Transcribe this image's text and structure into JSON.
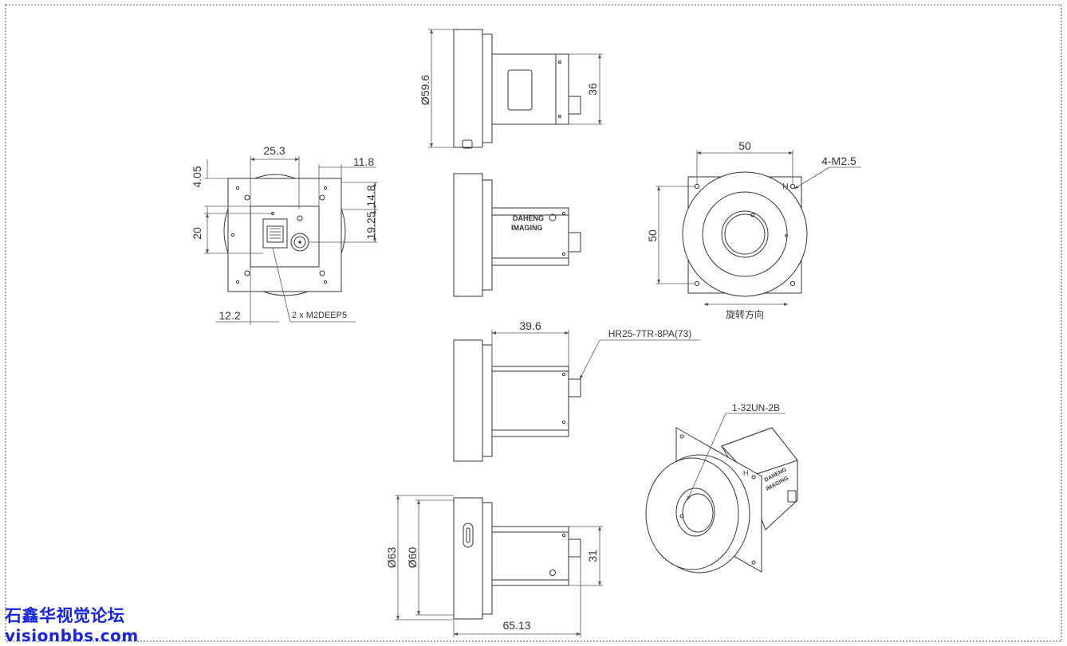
{
  "colors": {
    "line": "#333333",
    "dim": "#555555",
    "border": "#8a8a8a",
    "fill": "#ffffff",
    "watermark": "#1524e0"
  },
  "front_view": {
    "dims": {
      "width_25_3": "25.3",
      "right_11_8": "11.8",
      "top_4_05": "4.05",
      "left_20": "20",
      "right_14_8": "14.8",
      "right_19_25": "19.25",
      "bottom_12_2": "12.2"
    },
    "connector_note": "2 x  M2DEEP5"
  },
  "top_view": {
    "diameter": "Ø59.6",
    "height": "36"
  },
  "side_view": {
    "logo_line1": "DAHENG",
    "logo_line2": "IMAGING"
  },
  "lens_view": {
    "width": "50",
    "height": "50",
    "thread_note": "4-M2.5",
    "mark": "H",
    "rotation_note": "旋转方向"
  },
  "connector_view": {
    "length": "39.6",
    "connector_note": "HR25-7TR-8PA(73)"
  },
  "bottom_view": {
    "diameter_outer": "Ø63",
    "diameter_inner": "Ø60",
    "height": "31",
    "length": "65.13"
  },
  "iso_view": {
    "thread_note": "1-32UN-2B",
    "mark": "H",
    "logo_line1": "DAHENG",
    "logo_line2": "IMAGING"
  },
  "watermark": {
    "line1": "石鑫华视觉论坛",
    "line2": "visionbbs.com"
  }
}
